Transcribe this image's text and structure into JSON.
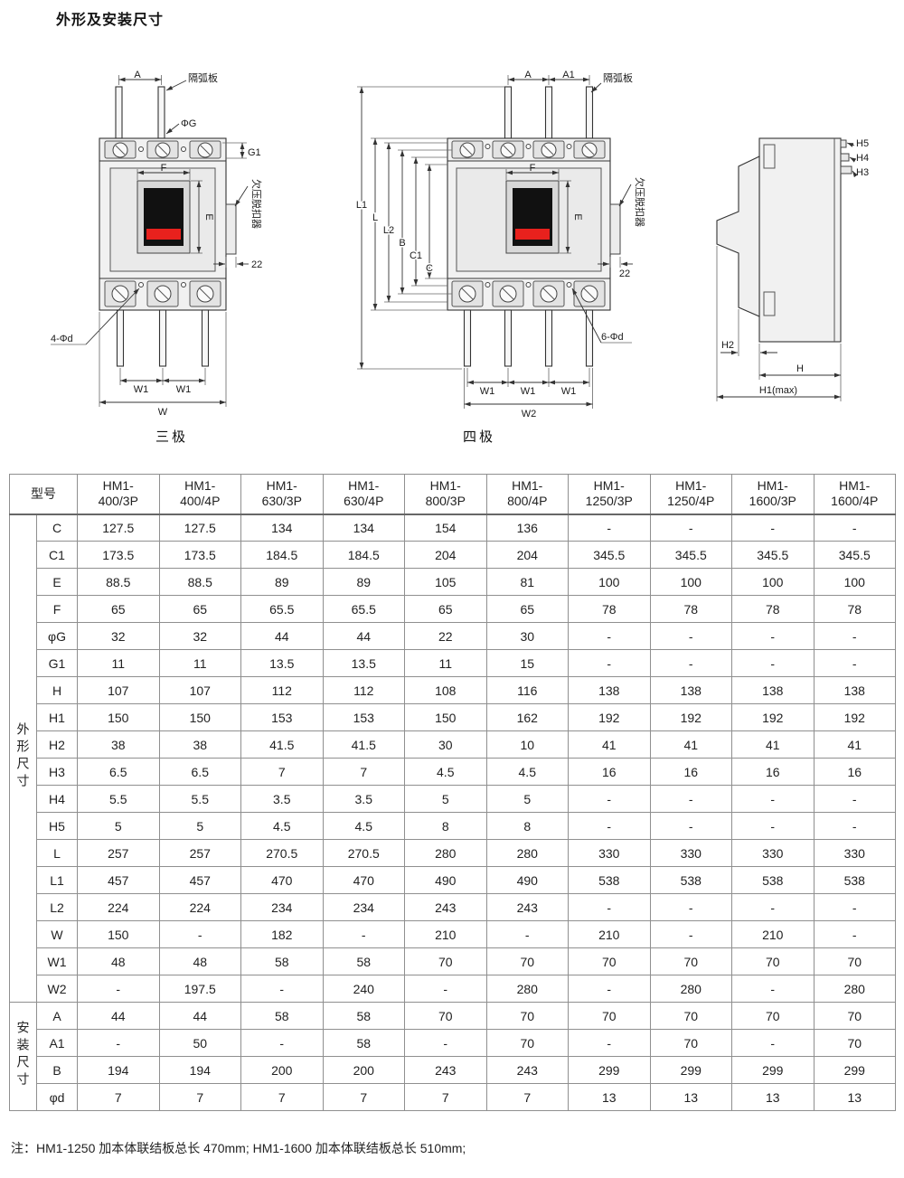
{
  "page": {
    "title": "外形及安装尺寸",
    "footnote": "注：HM1-1250 加本体联结板总长 470mm;  HM1-1600 加本体联结板总长 510mm;"
  },
  "diagrams": {
    "three_pole": {
      "caption": "三极",
      "labels": {
        "a": "A",
        "arc_plate": "隔弧板",
        "phi_g": "ΦG",
        "g1": "G1",
        "f": "F",
        "e": "E",
        "tab_width": "22",
        "undervoltage_release": "欠压脱扣器",
        "mounting_holes": "4-Φd",
        "w1_left": "W1",
        "w1_right": "W1",
        "w": "W"
      }
    },
    "four_pole": {
      "caption": "四极",
      "labels": {
        "a": "A",
        "a1": "A1",
        "arc_plate": "隔弧板",
        "l1": "L1",
        "l": "L",
        "l2": "L2",
        "b": "B",
        "c1": "C1",
        "c": "C",
        "f": "F",
        "e": "E",
        "tab_width": "22",
        "undervoltage_release": "欠压脱扣器",
        "mounting_holes": "6-Φd",
        "w1_1": "W1",
        "w1_2": "W1",
        "w1_3": "W1",
        "w2": "W2"
      }
    },
    "side_view": {
      "labels": {
        "h5": "H5",
        "h4": "H4",
        "h3": "H3",
        "h2": "H2",
        "h": "H",
        "h1max": "H1(max)"
      }
    }
  },
  "table": {
    "corner_label": "型号",
    "models": [
      {
        "line1": "HM1-",
        "line2": "400/3P"
      },
      {
        "line1": "HM1-",
        "line2": "400/4P"
      },
      {
        "line1": "HM1-",
        "line2": "630/3P"
      },
      {
        "line1": "HM1-",
        "line2": "630/4P"
      },
      {
        "line1": "HM1-",
        "line2": "800/3P"
      },
      {
        "line1": "HM1-",
        "line2": "800/4P"
      },
      {
        "line1": "HM1-",
        "line2": "1250/3P"
      },
      {
        "line1": "HM1-",
        "line2": "1250/4P"
      },
      {
        "line1": "HM1-",
        "line2": "1600/3P"
      },
      {
        "line1": "HM1-",
        "line2": "1600/4P"
      }
    ],
    "sections": [
      {
        "group": "外形尺寸",
        "rows": [
          {
            "name": "C",
            "values": [
              "127.5",
              "127.5",
              "134",
              "134",
              "154",
              "136",
              "-",
              "-",
              "-",
              "-"
            ]
          },
          {
            "name": "C1",
            "values": [
              "173.5",
              "173.5",
              "184.5",
              "184.5",
              "204",
              "204",
              "345.5",
              "345.5",
              "345.5",
              "345.5"
            ]
          },
          {
            "name": "E",
            "values": [
              "88.5",
              "88.5",
              "89",
              "89",
              "105",
              "81",
              "100",
              "100",
              "100",
              "100"
            ]
          },
          {
            "name": "F",
            "values": [
              "65",
              "65",
              "65.5",
              "65.5",
              "65",
              "65",
              "78",
              "78",
              "78",
              "78"
            ]
          },
          {
            "name": "φG",
            "values": [
              "32",
              "32",
              "44",
              "44",
              "22",
              "30",
              "-",
              "-",
              "-",
              "-"
            ]
          },
          {
            "name": "G1",
            "values": [
              "11",
              "11",
              "13.5",
              "13.5",
              "11",
              "15",
              "-",
              "-",
              "-",
              "-"
            ]
          },
          {
            "name": "H",
            "values": [
              "107",
              "107",
              "112",
              "112",
              "108",
              "116",
              "138",
              "138",
              "138",
              "138"
            ]
          },
          {
            "name": "H1",
            "values": [
              "150",
              "150",
              "153",
              "153",
              "150",
              "162",
              "192",
              "192",
              "192",
              "192"
            ]
          },
          {
            "name": "H2",
            "values": [
              "38",
              "38",
              "41.5",
              "41.5",
              "30",
              "10",
              "41",
              "41",
              "41",
              "41"
            ]
          },
          {
            "name": "H3",
            "values": [
              "6.5",
              "6.5",
              "7",
              "7",
              "4.5",
              "4.5",
              "16",
              "16",
              "16",
              "16"
            ]
          },
          {
            "name": "H4",
            "values": [
              "5.5",
              "5.5",
              "3.5",
              "3.5",
              "5",
              "5",
              "-",
              "-",
              "-",
              "-"
            ]
          },
          {
            "name": "H5",
            "values": [
              "5",
              "5",
              "4.5",
              "4.5",
              "8",
              "8",
              "-",
              "-",
              "-",
              "-"
            ]
          },
          {
            "name": "L",
            "values": [
              "257",
              "257",
              "270.5",
              "270.5",
              "280",
              "280",
              "330",
              "330",
              "330",
              "330"
            ]
          },
          {
            "name": "L1",
            "values": [
              "457",
              "457",
              "470",
              "470",
              "490",
              "490",
              "538",
              "538",
              "538",
              "538"
            ]
          },
          {
            "name": "L2",
            "values": [
              "224",
              "224",
              "234",
              "234",
              "243",
              "243",
              "-",
              "-",
              "-",
              "-"
            ]
          },
          {
            "name": "W",
            "values": [
              "150",
              "-",
              "182",
              "-",
              "210",
              "-",
              "210",
              "-",
              "210",
              "-"
            ]
          },
          {
            "name": "W1",
            "values": [
              "48",
              "48",
              "58",
              "58",
              "70",
              "70",
              "70",
              "70",
              "70",
              "70"
            ]
          },
          {
            "name": "W2",
            "values": [
              "-",
              "197.5",
              "-",
              "240",
              "-",
              "280",
              "-",
              "280",
              "-",
              "280"
            ]
          }
        ]
      },
      {
        "group": "安装尺寸",
        "rows": [
          {
            "name": "A",
            "values": [
              "44",
              "44",
              "58",
              "58",
              "70",
              "70",
              "70",
              "70",
              "70",
              "70"
            ]
          },
          {
            "name": "A1",
            "values": [
              "-",
              "50",
              "-",
              "58",
              "-",
              "70",
              "-",
              "70",
              "-",
              "70"
            ]
          },
          {
            "name": "B",
            "values": [
              "194",
              "194",
              "200",
              "200",
              "243",
              "243",
              "299",
              "299",
              "299",
              "299"
            ]
          },
          {
            "name": "φd",
            "values": [
              "7",
              "7",
              "7",
              "7",
              "7",
              "7",
              "13",
              "13",
              "13",
              "13"
            ]
          }
        ]
      }
    ]
  }
}
